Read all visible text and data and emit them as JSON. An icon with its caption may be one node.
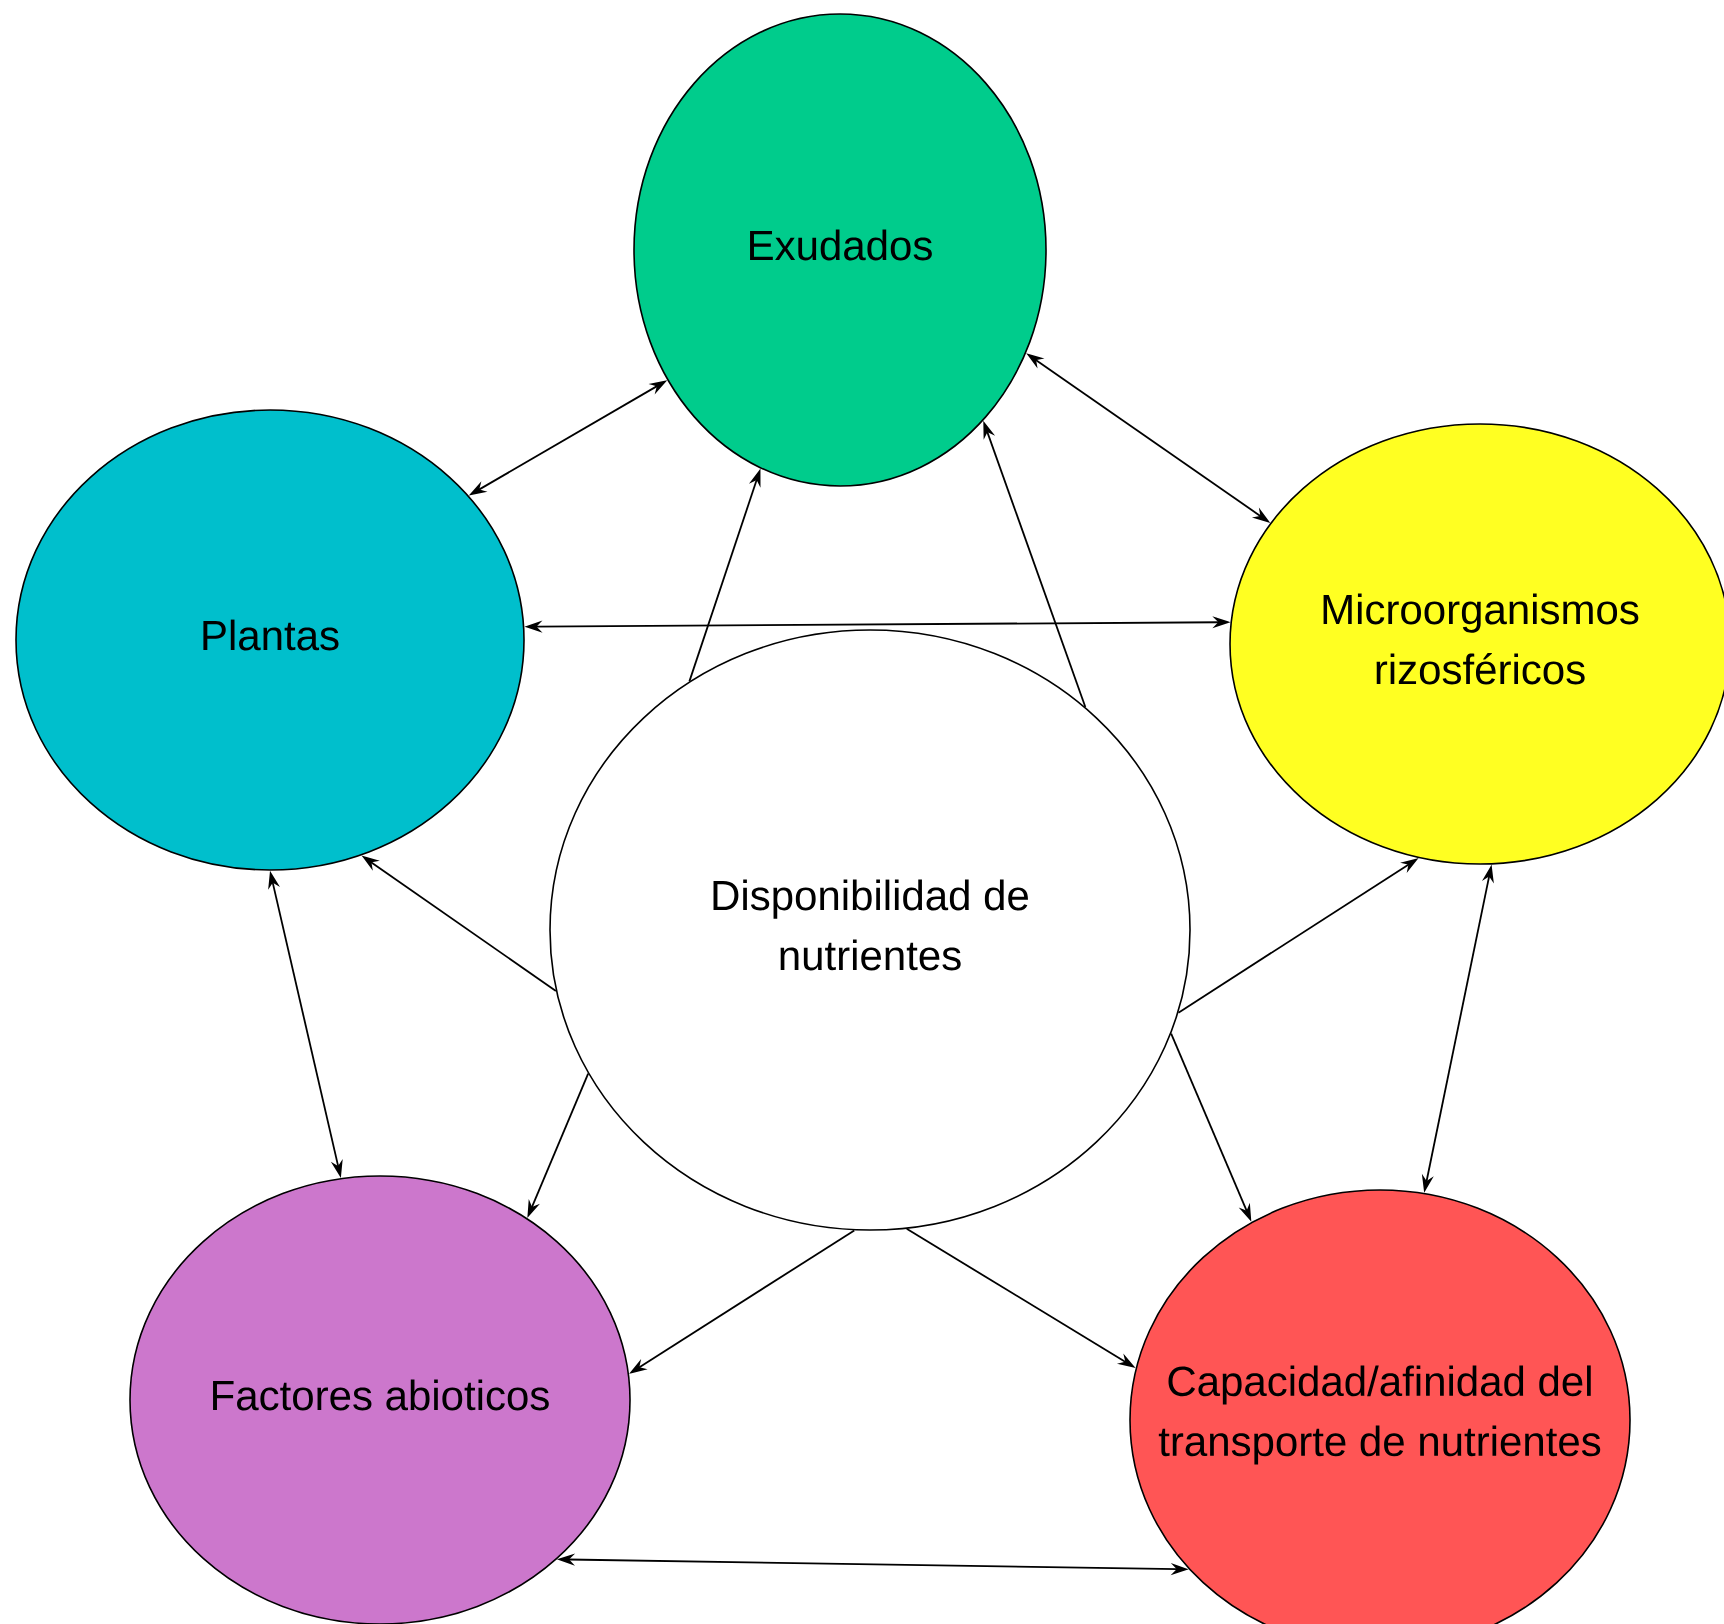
{
  "diagram": {
    "nodes": [
      {
        "text": [
          "Exudados"
        ]
      },
      {
        "text": [
          "Plantas"
        ]
      },
      {
        "text": [
          "Microorganismos rizosféricos"
        ]
      },
      {
        "text": [
          "Disponibilidad de nutrientes"
        ]
      },
      {
        "text": [
          "Factores abioticos"
        ]
      },
      {
        "text": [
          "Capacidad/afinidad del transporte de nutrientes"
        ]
      }
    ],
    "edges": [
      {
        "from": 0,
        "to": 1,
        "arrow": "both"
      },
      {
        "from": 0,
        "to": 2,
        "arrow": "both"
      },
      {
        "from": 1,
        "to": 2,
        "arrow": "both"
      },
      {
        "from": 1,
        "to": 4,
        "arrow": "both"
      },
      {
        "from": 2,
        "to": 5,
        "arrow": "both"
      },
      {
        "from": 4,
        "to": 5,
        "arrow": "both"
      },
      {
        "from": 3,
        "to": 0,
        "arrow": "to"
      },
      {
        "from": 3,
        "to": 0,
        "arrow": "to"
      },
      {
        "from": 3,
        "to": 1,
        "arrow": "to"
      },
      {
        "from": 3,
        "to": 2,
        "arrow": "to"
      },
      {
        "from": 3,
        "to": 4,
        "arrow": "to"
      },
      {
        "from": 3,
        "to": 4,
        "arrow": "to"
      },
      {
        "from": 3,
        "to": 5,
        "arrow": "to"
      },
      {
        "from": 3,
        "to": 5,
        "arrow": "to"
      }
    ]
  }
}
